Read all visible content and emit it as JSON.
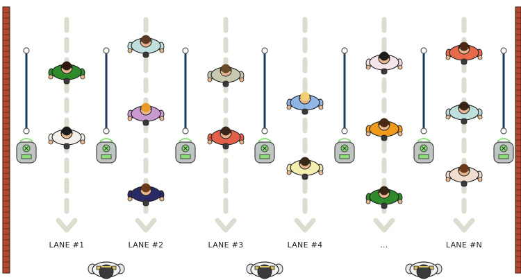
{
  "lanes": [
    {
      "label": "LANE #1"
    },
    {
      "label": "LANE #2"
    },
    {
      "label": "LANE #3"
    },
    {
      "label": "LANE #4"
    },
    {
      "label": "..."
    },
    {
      "label": "LANE #N"
    }
  ],
  "colors": {
    "wall_brick": "#b2462f",
    "wall_mortar": "#6e2a1c",
    "lane_arrow": "#dcdcd0",
    "barrier_post": "#1b3a5c",
    "gate_glow": "#8ee07a",
    "gate_body": "#bfc6c2",
    "attendant_cap": "#3a3a3a",
    "attendant_vest": "#d9c36a"
  },
  "people": [
    {
      "lane": 1,
      "shirt": "#2f8a2a",
      "hair": "#2a1a12"
    },
    {
      "lane": 1,
      "shirt": "#f4f0ec",
      "hair": "#1c1c1c"
    },
    {
      "lane": 2,
      "shirt": "#bfe0dc",
      "hair": "#5a3a22"
    },
    {
      "lane": 2,
      "shirt": "#c89ad0",
      "hair": "#e89a2a"
    },
    {
      "lane": 2,
      "shirt": "#2a2a66",
      "hair": "#6a3a1a"
    },
    {
      "lane": 3,
      "shirt": "#c9c9b2",
      "hair": "#6a4a2a"
    },
    {
      "lane": 3,
      "shirt": "#e2604a",
      "hair": "#3a2418"
    },
    {
      "lane": 4,
      "shirt": "#8fb6e6",
      "hair": "#f0d070"
    },
    {
      "lane": 4,
      "shirt": "#f4efb0",
      "hair": "#3a2a18"
    },
    {
      "lane": 5,
      "shirt": "#f6e6ec",
      "hair": "#1c1c1c"
    },
    {
      "lane": 5,
      "shirt": "#f29a1c",
      "hair": "#4a2a14"
    },
    {
      "lane": 5,
      "shirt": "#2f8a2a",
      "hair": "#3a2418"
    },
    {
      "lane": 6,
      "shirt": "#e86a4a",
      "hair": "#4a2a14"
    },
    {
      "lane": 6,
      "shirt": "#bfe0dc",
      "hair": "#3a2418"
    },
    {
      "lane": 6,
      "shirt": "#f0ddd0",
      "hair": "#6a3a1a"
    }
  ],
  "attendants": [
    {
      "id": 1
    },
    {
      "id": 2
    },
    {
      "id": 3
    }
  ]
}
